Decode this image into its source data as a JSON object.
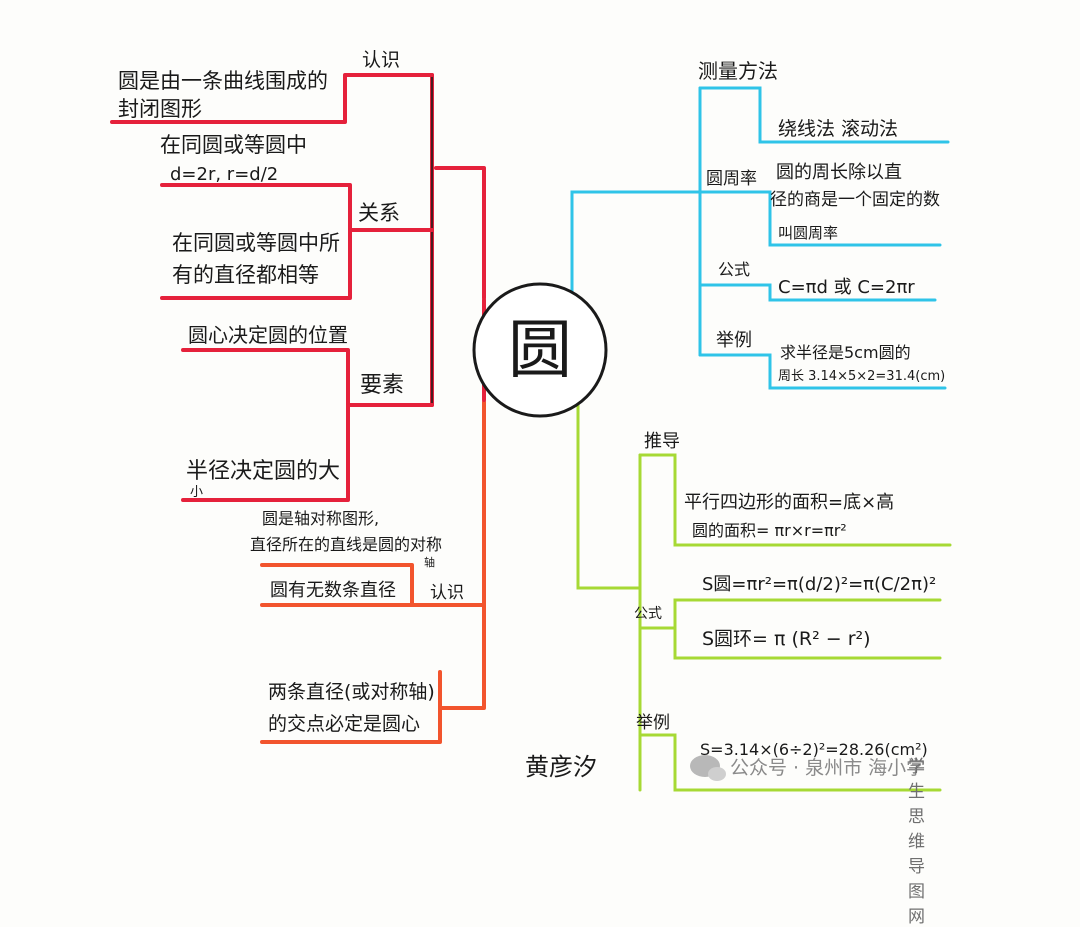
{
  "center": {
    "label": "圆"
  },
  "left": {
    "group1": {
      "label": "认识",
      "items": [
        "圆是由一条曲线围成的",
        "封闭图形"
      ]
    },
    "group2": {
      "label": "关系",
      "items": [
        "在同圆或等圆中",
        "d=2r, r=d/2",
        "在同圆或等圆中所",
        "有的直径都相等"
      ]
    },
    "group3": {
      "label": "要素",
      "items": [
        "圆心决定圆的位置",
        "半径决定圆的大",
        "小"
      ]
    },
    "group4": {
      "label": "认识",
      "items": [
        "圆是轴对称图形,",
        "直径所在的直线是圆的对称",
        "轴",
        "圆有无数条直径"
      ]
    },
    "group5": {
      "items": [
        "两条直径(或对称轴)",
        "的交点必定是圆心"
      ]
    }
  },
  "right": {
    "perimeter": {
      "label": "测量方法",
      "methods": "绕线法  滚动法",
      "pi_label": "圆周率",
      "pi_items": [
        "圆的周长除以直",
        "径的商是一个固定的数",
        "叫圆周率"
      ],
      "formula_label": "公式",
      "formula": "C=πd 或 C=2πr",
      "example_label": "举例",
      "example": [
        "求半径是5cm圆的",
        "周长 3.14×5×2=31.4(cm)"
      ]
    },
    "area": {
      "derive_label": "推导",
      "derive": [
        "平行四边形的面积=底×高",
        "圆的面积= πr×r=πr²"
      ],
      "formula_label": "公式",
      "formula1": "S圆=πr²=π(d/2)²=π(C/2π)²",
      "formula2": "S圆环= π (R² − r²)",
      "example_label": "举例",
      "example": "S=3.14×(6÷2)²=28.26(cm²)"
    }
  },
  "author": "黄彦汐",
  "watermark": {
    "text": "公众号 · 泉州市 海小学",
    "site": "学生思维导图网"
  },
  "colors": {
    "red": "#e5213b",
    "orange": "#f2542d",
    "blue": "#2fc4e8",
    "green": "#a6d934",
    "ink": "#1a1a1a"
  }
}
